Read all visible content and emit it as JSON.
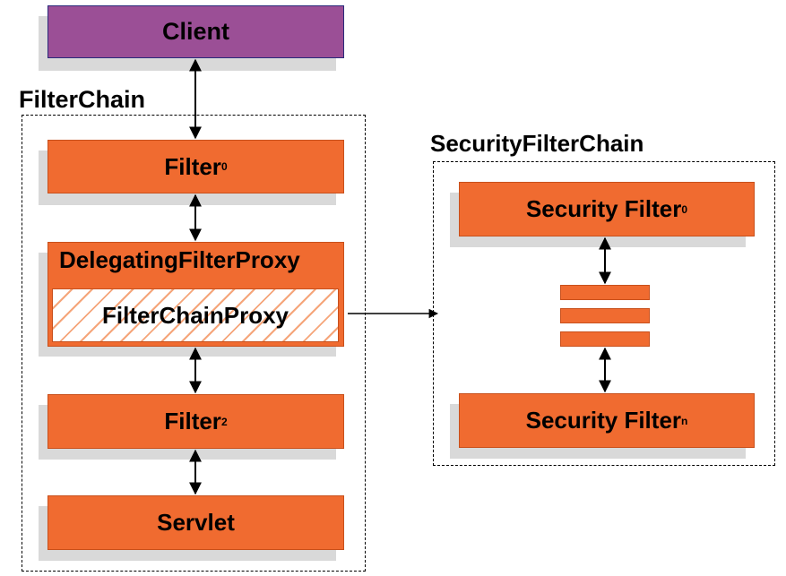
{
  "colors": {
    "client": "#9b4f96",
    "filter": "#f06b30",
    "bar": "#f06b30",
    "hatch": "#f5a57a"
  },
  "client": {
    "label": "Client"
  },
  "filter_chain": {
    "title": "FilterChain",
    "filter0": {
      "label": "Filter",
      "sub": "0"
    },
    "delegating": {
      "label": "DelegatingFilterProxy"
    },
    "proxy": {
      "label": "FilterChainProxy"
    },
    "filter2": {
      "label": "Filter",
      "sub": "2"
    },
    "servlet": {
      "label": "Servlet"
    }
  },
  "security_chain": {
    "title": "SecurityFilterChain",
    "first": {
      "label": "Security Filter",
      "sub": "0"
    },
    "last": {
      "label": "Security Filter",
      "sub": "n"
    }
  }
}
